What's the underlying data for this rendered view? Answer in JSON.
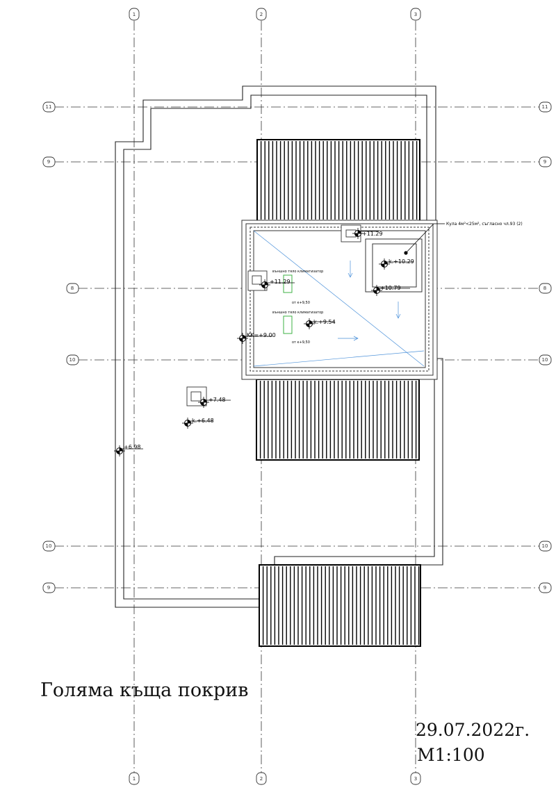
{
  "drawing": {
    "title": "Голяма къща покрив",
    "date": "29.07.2022г.",
    "scale": "M1:100"
  },
  "axes": {
    "vertical": [
      "1",
      "2",
      "3"
    ],
    "horizontal": [
      "11",
      "9",
      "8",
      "10",
      "10",
      "9"
    ]
  },
  "levels": {
    "l_11_29_top": "+11.29",
    "l_10_29": "k.+10.29",
    "l_10_79": "+10.79",
    "l_11_29_left": "+11.29",
    "l_9_54": "k.+9.54",
    "l_kk_9_00": "KK=+9.00",
    "l_7_48": "+7.48",
    "l_6_48": "k.+6.48",
    "l_6_98": "+6.98"
  },
  "annotations": {
    "kula": "Кула 4м²<25м², съгласно чл.93 (2)",
    "unit1_label": "външно тяло климатизатор",
    "unit1_level": "от к+9,50",
    "unit2_label": "външно тяло климатизатор",
    "unit2_level": "от к+9,50"
  },
  "colors": {
    "line": "#000000",
    "gridline": "#333333",
    "slope_arrow": "#4a90d9",
    "ac_unit": "#3cb043"
  }
}
